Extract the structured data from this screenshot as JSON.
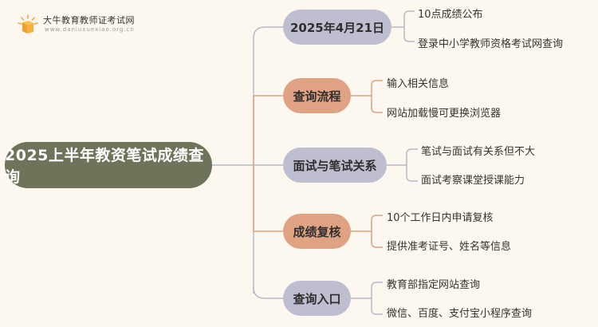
{
  "logo": {
    "title": "大牛教育教师证考试网",
    "url": "www.daniuxuexiao.org.cn"
  },
  "root": {
    "label": "2025上半年教资笔试成绩查询"
  },
  "branches": [
    {
      "label": "2025年4月21日",
      "leaves": [
        "10点成绩公布",
        "登录中小学教师资格考试网查询"
      ]
    },
    {
      "label": "查询流程",
      "leaves": [
        "输入相关信息",
        "网站加载慢可更换浏览器"
      ]
    },
    {
      "label": "面试与笔试关系",
      "leaves": [
        "笔试与面试有关系但不大",
        "面试考察课堂授课能力"
      ]
    },
    {
      "label": "成绩复核",
      "leaves": [
        "10个工作日内申请复核",
        "提供准考证号、姓名等信息"
      ]
    },
    {
      "label": "查询入口",
      "leaves": [
        "教育部指定网站查询",
        "微信、百度、支付宝小程序查询"
      ]
    }
  ],
  "colors": {
    "root": "#6f735a",
    "branch_gray": "#bfbed0",
    "branch_rose": "#dfa384",
    "line_gray": "#b9b8c8",
    "line_rose": "#d9a284",
    "background": "#fdf8ef"
  }
}
